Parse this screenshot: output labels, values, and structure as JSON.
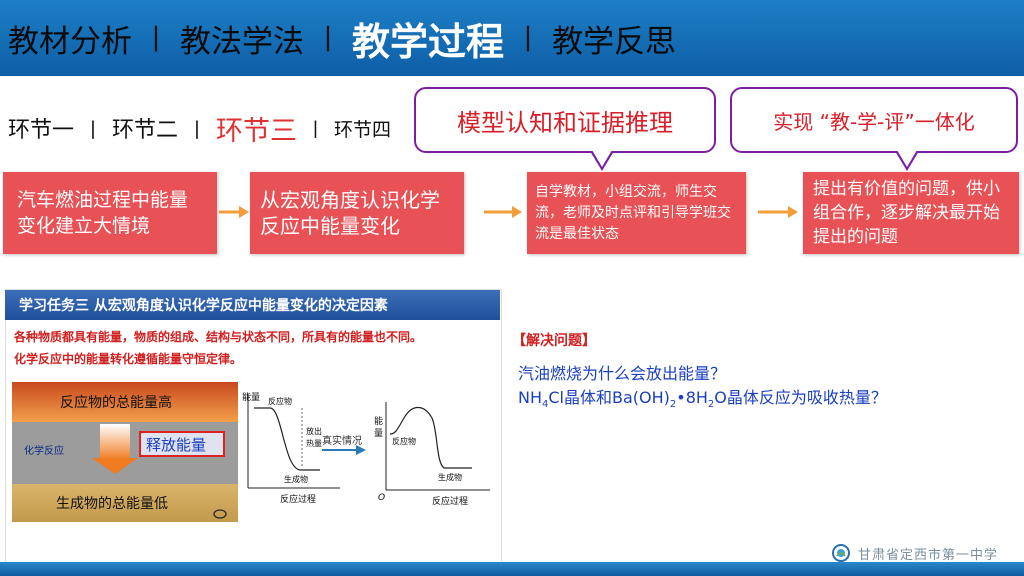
{
  "header": {
    "nav": [
      {
        "label": "教材分析"
      },
      {
        "label": "教法学法"
      },
      {
        "label": "教学过程"
      },
      {
        "label": "教学反思"
      }
    ],
    "separator": "丨",
    "active_index": 2,
    "bar_color": "#1474bd"
  },
  "subnav": {
    "items": [
      "环节一",
      "环节二",
      "环节三",
      "环节四"
    ],
    "separator": "丨",
    "active_index": 2
  },
  "bubbles": [
    {
      "text": "模型认知和证据推理"
    },
    {
      "text": "实现 “教-学-评”一体化"
    }
  ],
  "process": [
    {
      "text": "汽车燃油过程中能量变化建立大情境"
    },
    {
      "text": "从宏观角度认识化学反应中能量变化"
    },
    {
      "text": "自学教材，小组交流，师生交流，老师及时点评和引导学班交流是最佳状态"
    },
    {
      "text": "提出有价值的问题，供小组合作，逐步解决最开始提出的问题"
    }
  ],
  "process_color": "#e85155",
  "arrow_color": "#f39c3a",
  "task": {
    "title": "学习任务三  从宏观角度认识化学反应中能量变化的决定因素",
    "line1": "各种物质都具有能量，物质的组成、结构与状态不同，所具有的能量也不同。",
    "line2": "化学反应中的能量转化遵循能量守恒定律。"
  },
  "energy_diagram": {
    "top_label": "反应物的总能量高",
    "middle_label": "化学反应",
    "release_label": "释放能量",
    "bottom_label": "生成物的总能量低"
  },
  "graph1": {
    "ylabel": "能量",
    "reactant": "反应物",
    "release": "放出",
    "heat": "热量",
    "product": "生成物",
    "xlabel": "反应过程"
  },
  "arrow_label": "真实情况",
  "graph2": {
    "ylabel_top": "能",
    "ylabel_bottom": "量",
    "reactant": "反应物",
    "product": "生成物",
    "origin": "O",
    "xlabel": "反应过程"
  },
  "solve": {
    "header": "【解决问题】",
    "q1": "汽油燃烧为什么会放出能量？",
    "q2_parts": {
      "a": "NH",
      "a_sub": "4",
      "b": "Cl晶体和Ba(OH)",
      "b_sub": "2",
      "c": "•8H",
      "c_sub": "2",
      "d": "O晶体反应为吸收热量？"
    }
  },
  "footer": {
    "school": "甘肃省定西市第一中学"
  }
}
